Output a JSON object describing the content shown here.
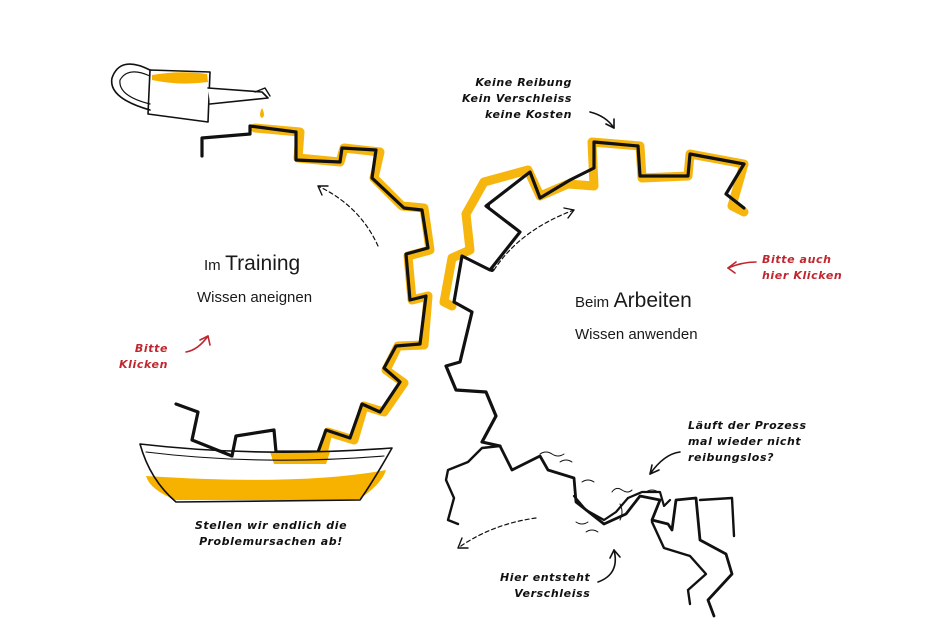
{
  "colors": {
    "oil": "#F7B200",
    "ink": "#111111",
    "accent_red": "#C0262D"
  },
  "training": {
    "prefix": "Im",
    "title": "Training",
    "subtitle": "Wissen aneignen"
  },
  "arbeiten": {
    "prefix": "Beim",
    "title": "Arbeiten",
    "subtitle": "Wissen anwenden"
  },
  "notes": {
    "no_friction": [
      "Keine Reibung",
      "Kein Verschleiss",
      "keine Kosten"
    ],
    "click_left": [
      "Bitte",
      "Klicken"
    ],
    "click_right": [
      "Bitte auch",
      "hier Klicken"
    ],
    "process": [
      "Läuft der Prozess",
      "mal wieder nicht",
      "reibungslos?"
    ],
    "causes": [
      "Stellen wir endlich die",
      "Problemursachen ab!"
    ],
    "wear": [
      "Hier entsteht",
      "Verschleiss"
    ]
  },
  "icons": [
    "watering-can-icon",
    "oil-bath-icon",
    "gear-training",
    "gear-arbeiten",
    "gear-worn"
  ]
}
